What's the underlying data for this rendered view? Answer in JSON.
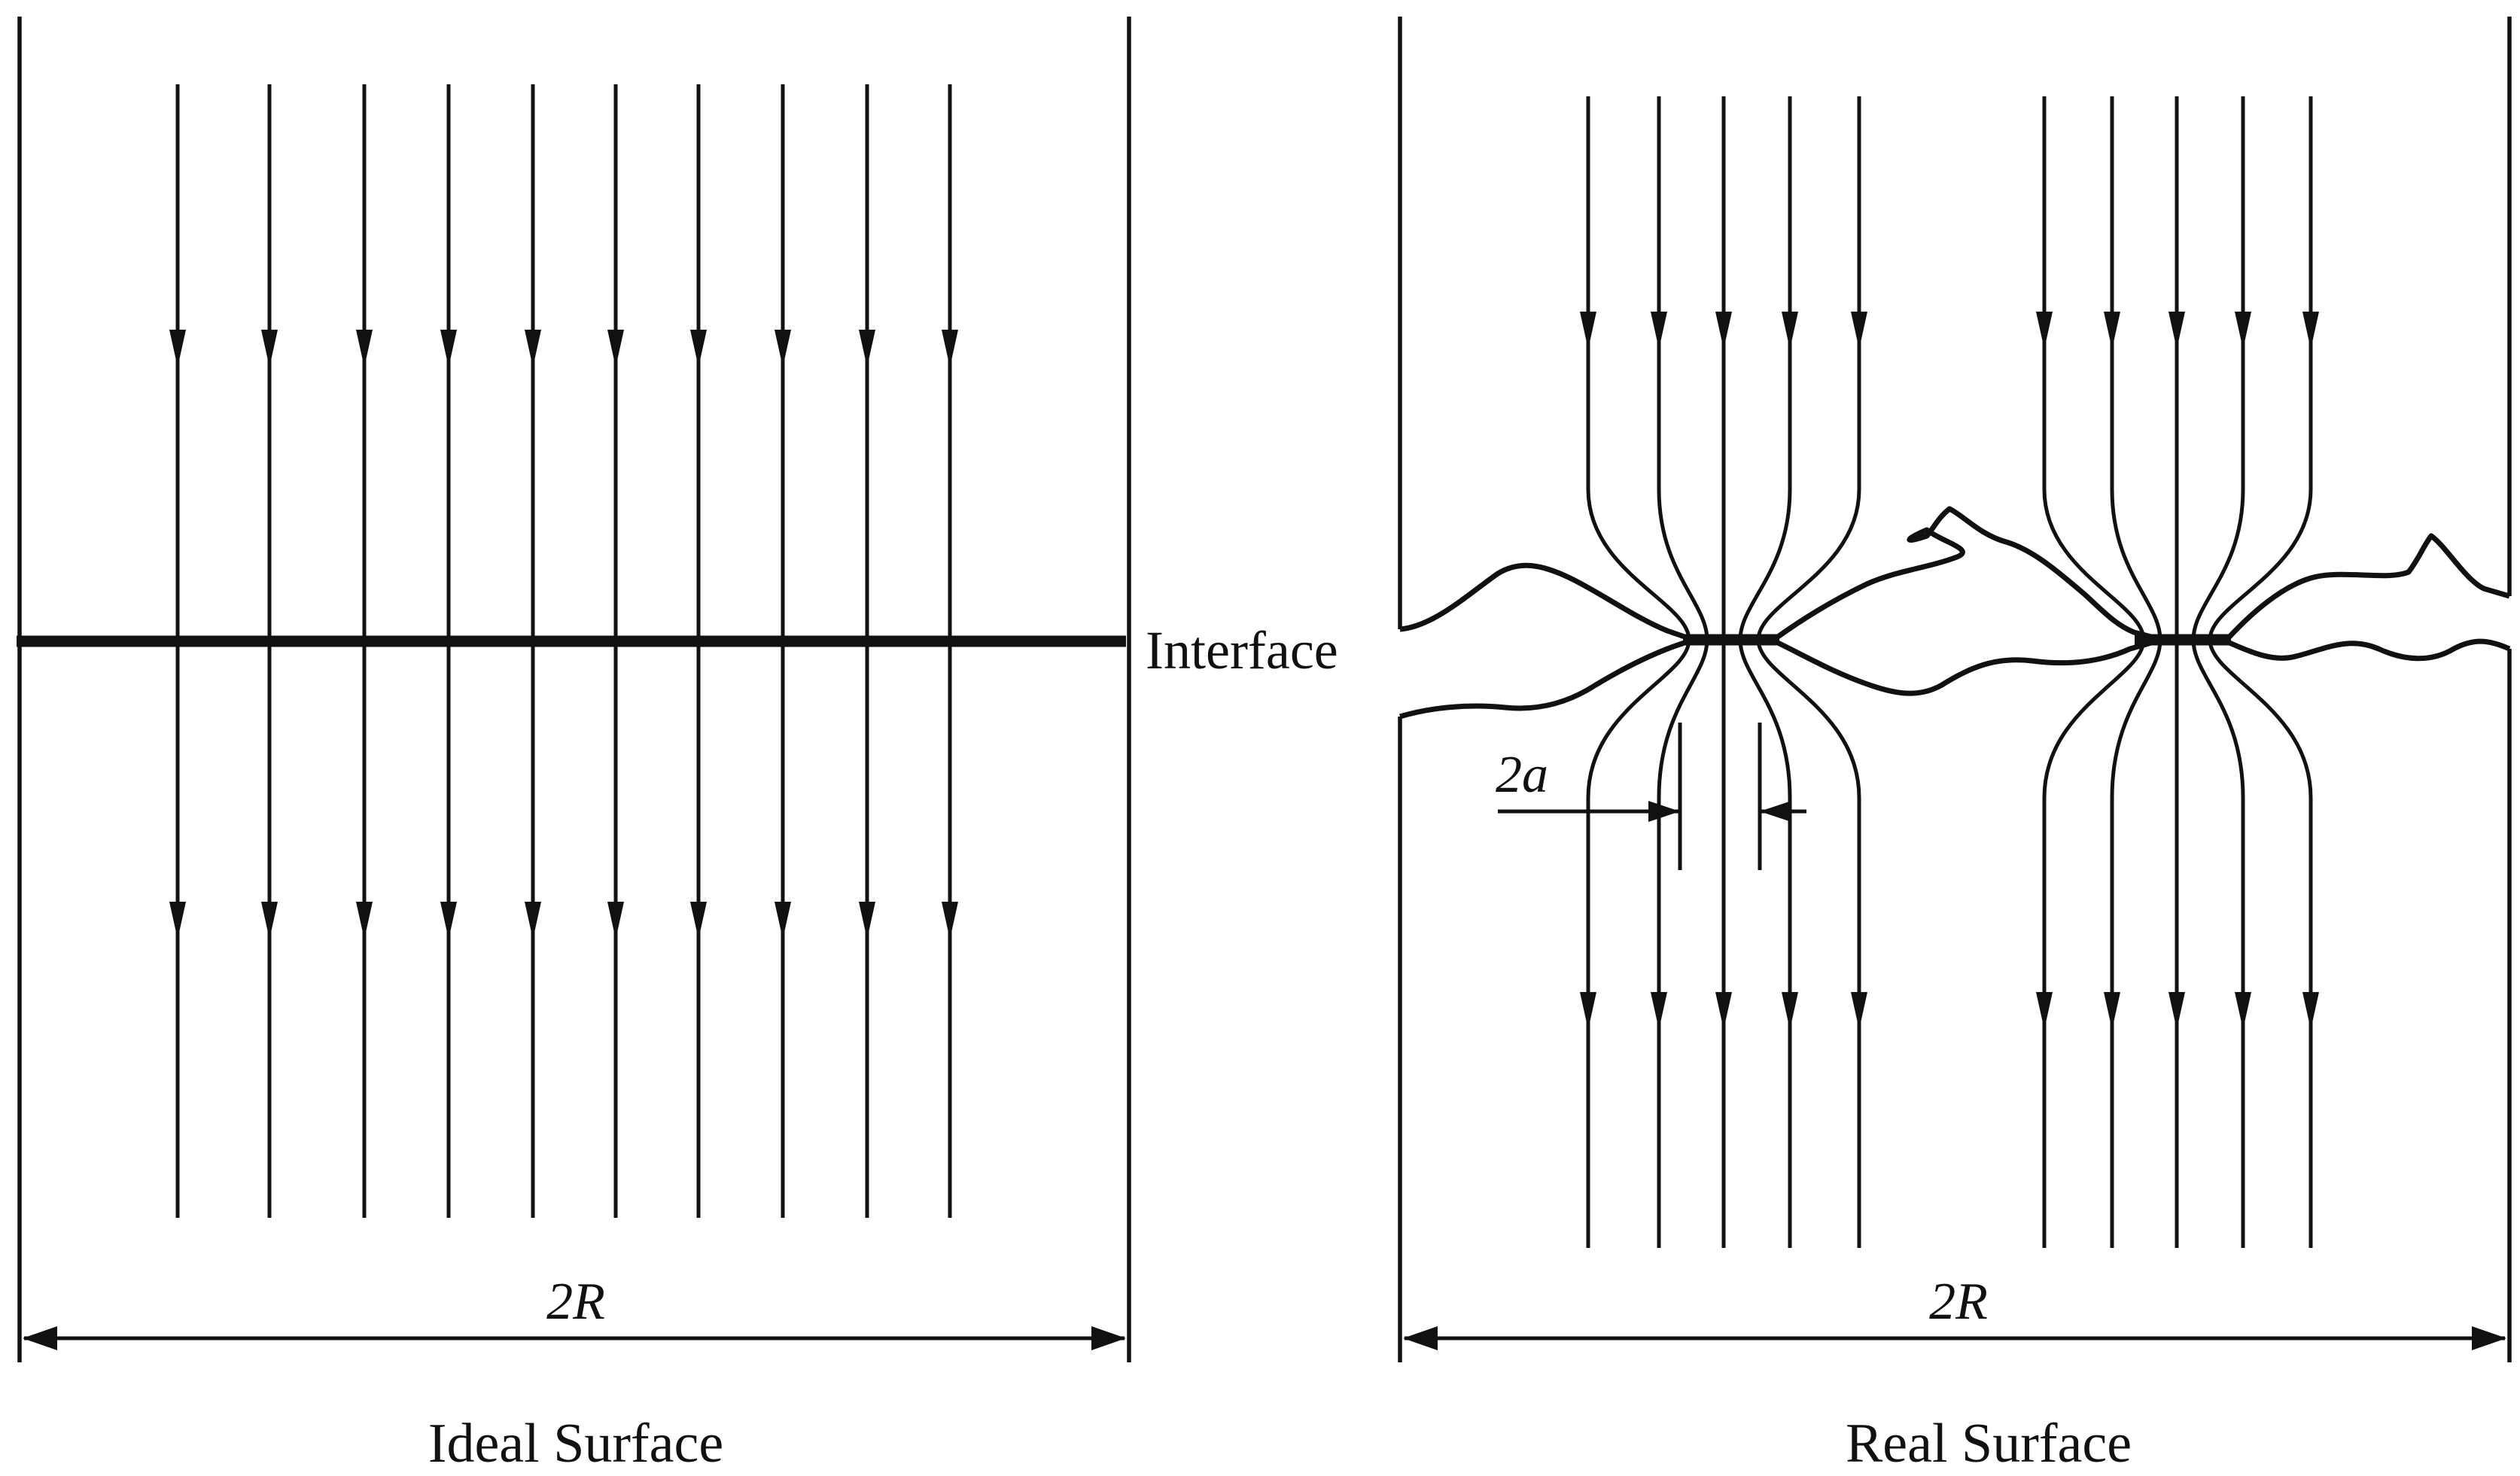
{
  "labels": {
    "interface": "Interface",
    "ideal_width": "2R",
    "real_width": "2R",
    "contact_width": "2a",
    "ideal_caption": "Ideal Surface",
    "real_caption": "Real Surface"
  },
  "ideal_surface": {
    "flux_line_count": 10,
    "interface": "flat"
  },
  "real_surface": {
    "contact_spot_count": 2,
    "flux_lines_per_spot": 5,
    "interface": "rough"
  }
}
